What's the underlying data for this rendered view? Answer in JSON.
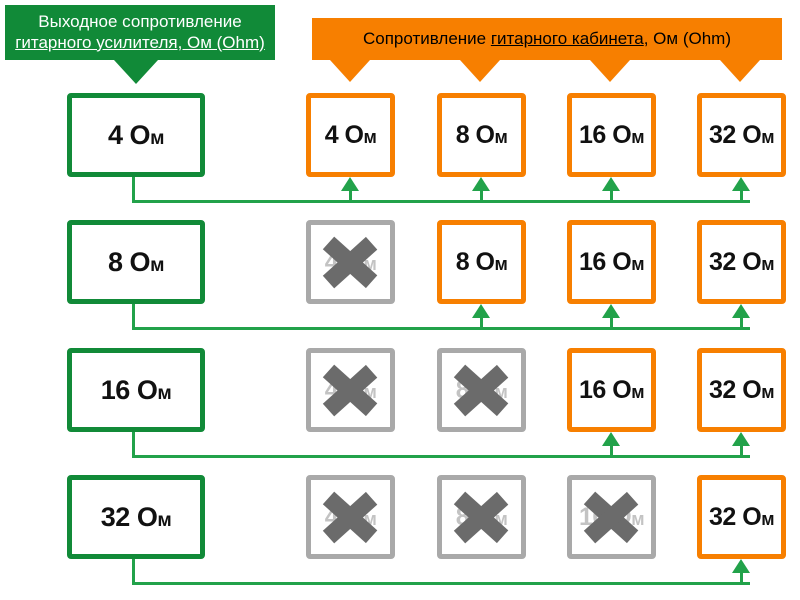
{
  "banners": {
    "amplifier": {
      "line1": "Выходное сопротивление",
      "line2": "гитарного усилителя, Ом (Ohm)",
      "color": "#118a38",
      "text_color": "#ffffff"
    },
    "cabinet": {
      "prefix": "Сопротивление ",
      "underlined": "гитарного кабинета",
      "suffix": ", Ом (Ohm)",
      "color": "#f77f00",
      "text_color": "#000000"
    }
  },
  "legend": {
    "active_color": "#f77f00",
    "amp_color": "#118a38",
    "disabled_color": "#a9a9a9",
    "x_color": "#6b6b6b",
    "connector_color": "#22a24a"
  },
  "amplifier_outputs": [
    {
      "value": "4",
      "unit": "Ом"
    },
    {
      "value": "8",
      "unit": "Ом"
    },
    {
      "value": "16",
      "unit": "Ом"
    },
    {
      "value": "32",
      "unit": "Ом"
    }
  ],
  "matrix": [
    {
      "amp": "4 Ом",
      "cabinets": [
        {
          "value": "4",
          "unit": "Ом",
          "state": "allowed"
        },
        {
          "value": "8",
          "unit": "Ом",
          "state": "allowed"
        },
        {
          "value": "16",
          "unit": "Ом",
          "state": "allowed"
        },
        {
          "value": "32",
          "unit": "Ом",
          "state": "allowed"
        }
      ]
    },
    {
      "amp": "8 Ом",
      "cabinets": [
        {
          "value": "4",
          "unit": "Ом",
          "state": "forbidden"
        },
        {
          "value": "8",
          "unit": "Ом",
          "state": "allowed"
        },
        {
          "value": "16",
          "unit": "Ом",
          "state": "allowed"
        },
        {
          "value": "32",
          "unit": "Ом",
          "state": "allowed"
        }
      ]
    },
    {
      "amp": "16 Ом",
      "cabinets": [
        {
          "value": "4",
          "unit": "Ом",
          "state": "forbidden"
        },
        {
          "value": "8",
          "unit": "Ом",
          "state": "forbidden"
        },
        {
          "value": "16",
          "unit": "Ом",
          "state": "allowed"
        },
        {
          "value": "32",
          "unit": "Ом",
          "state": "allowed"
        }
      ]
    },
    {
      "amp": "32 Ом",
      "cabinets": [
        {
          "value": "4",
          "unit": "Ом",
          "state": "forbidden"
        },
        {
          "value": "8",
          "unit": "Ом",
          "state": "forbidden"
        },
        {
          "value": "16",
          "unit": "Ом",
          "state": "forbidden"
        },
        {
          "value": "32",
          "unit": "Ом",
          "state": "allowed"
        }
      ]
    }
  ]
}
